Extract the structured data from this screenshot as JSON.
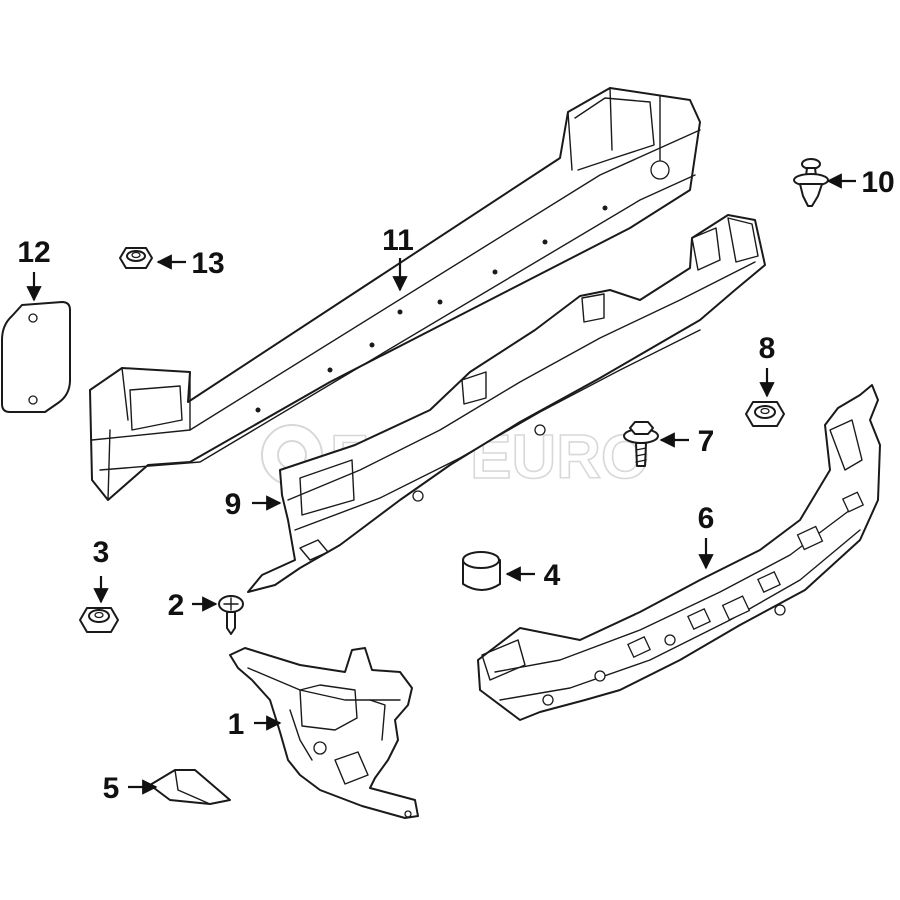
{
  "diagram": {
    "callouts": {
      "c1": "1",
      "c2": "2",
      "c3": "3",
      "c4": "4",
      "c5": "5",
      "c6": "6",
      "c7": "7",
      "c8": "8",
      "c9": "9",
      "c10": "10",
      "c11": "11",
      "c12": "12",
      "c13": "13"
    },
    "watermark": "FCP EURO"
  },
  "colors": {
    "line": "#1a1a1a",
    "watermark": "#d8d8d8",
    "background": "#ffffff"
  }
}
